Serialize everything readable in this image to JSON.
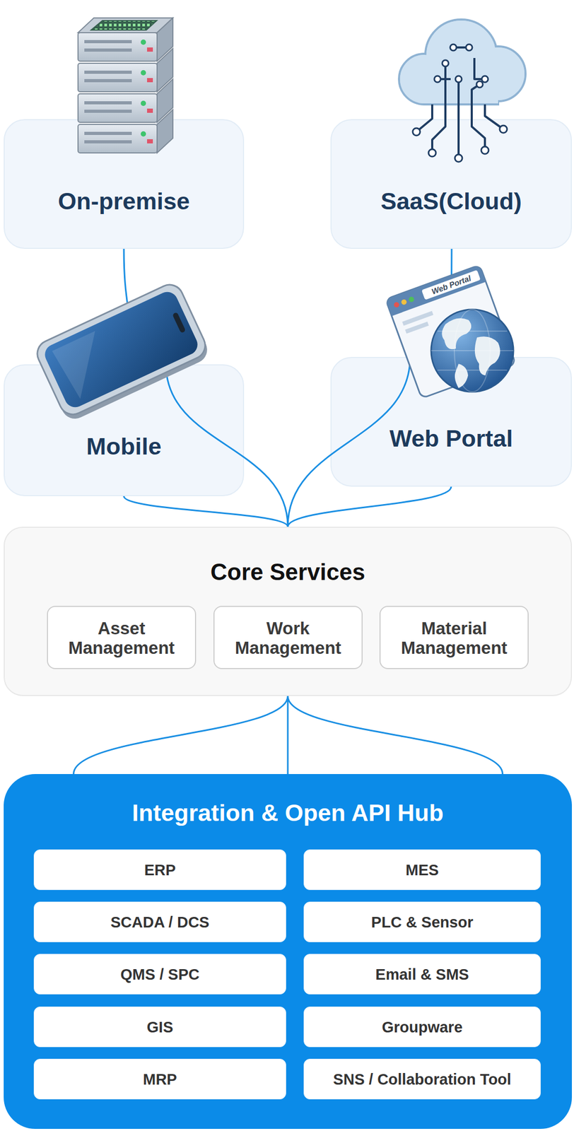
{
  "diagram": {
    "nodes": [
      {
        "text": [
          "On-premise"
        ]
      },
      {
        "text": [
          "SaaS(Cloud)"
        ]
      },
      {
        "text": [
          "Mobile"
        ]
      },
      {
        "text": [
          "Web Portal"
        ]
      },
      {
        "text": [
          "Core Services"
        ]
      },
      {
        "text": [
          "Asset Management"
        ],
        "in": 4
      },
      {
        "text": [
          "Work Management"
        ],
        "in": 4
      },
      {
        "text": [
          "Material Management"
        ],
        "in": 4
      },
      {
        "text": [
          "Integration & Open API Hub"
        ]
      },
      {
        "text": [
          "ERP"
        ],
        "in": 8
      },
      {
        "text": [
          "MES"
        ],
        "in": 8
      },
      {
        "text": [
          "SCADA / DCS"
        ],
        "in": 8
      },
      {
        "text": [
          "PLC & Sensor"
        ],
        "in": 8
      },
      {
        "text": [
          "QMS / SPC"
        ],
        "in": 8
      },
      {
        "text": [
          "Email & SMS"
        ],
        "in": 8
      },
      {
        "text": [
          "GIS"
        ],
        "in": 8
      },
      {
        "text": [
          "Groupware"
        ],
        "in": 8
      },
      {
        "text": [
          "MRP"
        ],
        "in": 8
      },
      {
        "text": [
          "SNS / Collaboration Tool"
        ],
        "in": 8
      }
    ],
    "edges": [
      {
        "from": 0,
        "to": 2,
        "arrow": "none"
      },
      {
        "from": 1,
        "to": 3,
        "arrow": "none"
      },
      {
        "from": 2,
        "to": 4,
        "arrow": "none"
      },
      {
        "from": 3,
        "to": 4,
        "arrow": "none"
      },
      {
        "from": 4,
        "to": 8,
        "arrow": "none"
      }
    ],
    "labels": [
      "Web Portal"
    ]
  }
}
